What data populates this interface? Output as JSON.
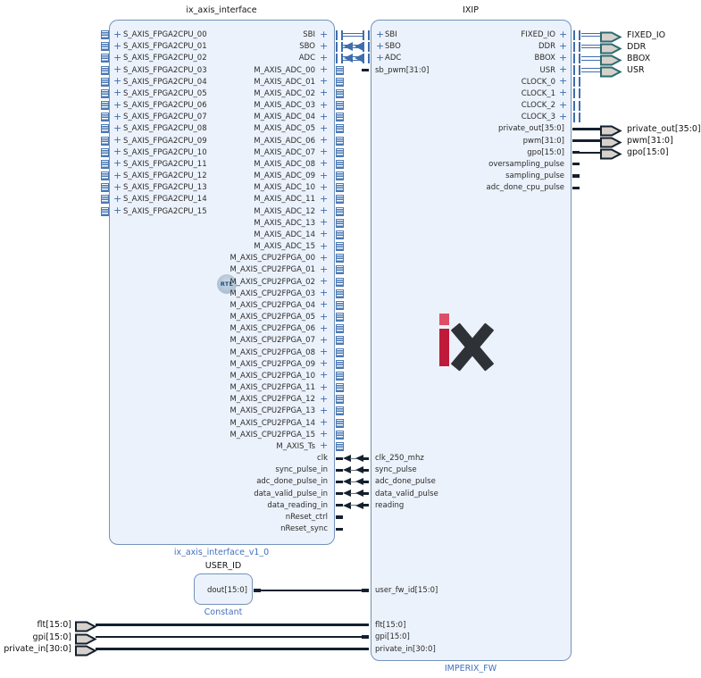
{
  "colors": {
    "block_fill": "#ecf2fb",
    "block_border": "#7292bb",
    "interface_blue": "#3f6eae",
    "wire_dark": "#14202e",
    "port_fill": "#d7d1cc",
    "bus_port_stroke": "#2a6b70",
    "label_blue": "#4170c0",
    "logo_red": "#c01a3a",
    "logo_red_light": "#dd4f66",
    "logo_dark": "#2e3136"
  },
  "blocks": {
    "ix_axis_interface": {
      "title": "ix_axis_interface",
      "footer_label": "ix_axis_interface_v1_0",
      "rtl_badge": "RTL",
      "left_ports": [
        "S_AXIS_FPGA2CPU_00",
        "S_AXIS_FPGA2CPU_01",
        "S_AXIS_FPGA2CPU_02",
        "S_AXIS_FPGA2CPU_03",
        "S_AXIS_FPGA2CPU_04",
        "S_AXIS_FPGA2CPU_05",
        "S_AXIS_FPGA2CPU_06",
        "S_AXIS_FPGA2CPU_07",
        "S_AXIS_FPGA2CPU_08",
        "S_AXIS_FPGA2CPU_09",
        "S_AXIS_FPGA2CPU_10",
        "S_AXIS_FPGA2CPU_11",
        "S_AXIS_FPGA2CPU_12",
        "S_AXIS_FPGA2CPU_13",
        "S_AXIS_FPGA2CPU_14",
        "S_AXIS_FPGA2CPU_15"
      ],
      "right_ports": {
        "interfaces_top": [
          "SBI",
          "SBO",
          "ADC"
        ],
        "m_axis_adc": [
          "M_AXIS_ADC_00",
          "M_AXIS_ADC_01",
          "M_AXIS_ADC_02",
          "M_AXIS_ADC_03",
          "M_AXIS_ADC_04",
          "M_AXIS_ADC_05",
          "M_AXIS_ADC_06",
          "M_AXIS_ADC_07",
          "M_AXIS_ADC_08",
          "M_AXIS_ADC_09",
          "M_AXIS_ADC_10",
          "M_AXIS_ADC_11",
          "M_AXIS_ADC_12",
          "M_AXIS_ADC_13",
          "M_AXIS_ADC_14",
          "M_AXIS_ADC_15"
        ],
        "m_axis_cpu2fpga": [
          "M_AXIS_CPU2FPGA_00",
          "M_AXIS_CPU2FPGA_01",
          "M_AXIS_CPU2FPGA_02",
          "M_AXIS_CPU2FPGA_03",
          "M_AXIS_CPU2FPGA_04",
          "M_AXIS_CPU2FPGA_05",
          "M_AXIS_CPU2FPGA_06",
          "M_AXIS_CPU2FPGA_07",
          "M_AXIS_CPU2FPGA_08",
          "M_AXIS_CPU2FPGA_09",
          "M_AXIS_CPU2FPGA_10",
          "M_AXIS_CPU2FPGA_11",
          "M_AXIS_CPU2FPGA_12",
          "M_AXIS_CPU2FPGA_13",
          "M_AXIS_CPU2FPGA_14",
          "M_AXIS_CPU2FPGA_15"
        ],
        "single_interface": "M_AXIS_Ts",
        "input_pins": [
          "clk",
          "sync_pulse_in",
          "adc_done_pulse_in",
          "data_valid_pulse_in",
          "data_reading_in"
        ],
        "unconnected_pins": [
          "nReset_ctrl",
          "nReset_sync"
        ]
      }
    },
    "ixip": {
      "title": "IXIP",
      "footer_label": "IMPERIX_FW",
      "logo_text": "ix",
      "left_ports": {
        "interfaces_top": [
          "SBI",
          "SBO",
          "ADC"
        ],
        "unconnected_pin": "sb_pwm[31:0]",
        "output_pins": [
          "clk_250_mhz",
          "sync_pulse",
          "adc_done_pulse",
          "data_valid_pulse",
          "reading"
        ],
        "bottom_input_pins": [
          "user_fw_id[15:0]",
          "flt[15:0]",
          "gpi[15:0]",
          "private_in[30:0]"
        ]
      },
      "right_ports": {
        "interfaces": [
          "FIXED_IO",
          "DDR",
          "BBOX",
          "USR",
          "CLOCK_0",
          "CLOCK_1",
          "CLOCK_2",
          "CLOCK_3"
        ],
        "connected_outputs": [
          "private_out[35:0]",
          "pwm[31:0]",
          "gpo[15:0]"
        ],
        "unconnected_outputs": [
          "oversampling_pulse",
          "sampling_pulse",
          "adc_done_cpu_pulse"
        ]
      }
    },
    "user_id": {
      "title": "USER_ID",
      "port": "dout[15:0]",
      "footer_label": "Constant"
    }
  },
  "external_ports": {
    "inputs": [
      "flt[15:0]",
      "gpi[15:0]",
      "private_in[30:0]"
    ],
    "interface_outputs": [
      "FIXED_IO",
      "DDR",
      "BBOX",
      "USR"
    ],
    "scalar_outputs": [
      "private_out[35:0]",
      "pwm[31:0]",
      "gpo[15:0]"
    ]
  }
}
